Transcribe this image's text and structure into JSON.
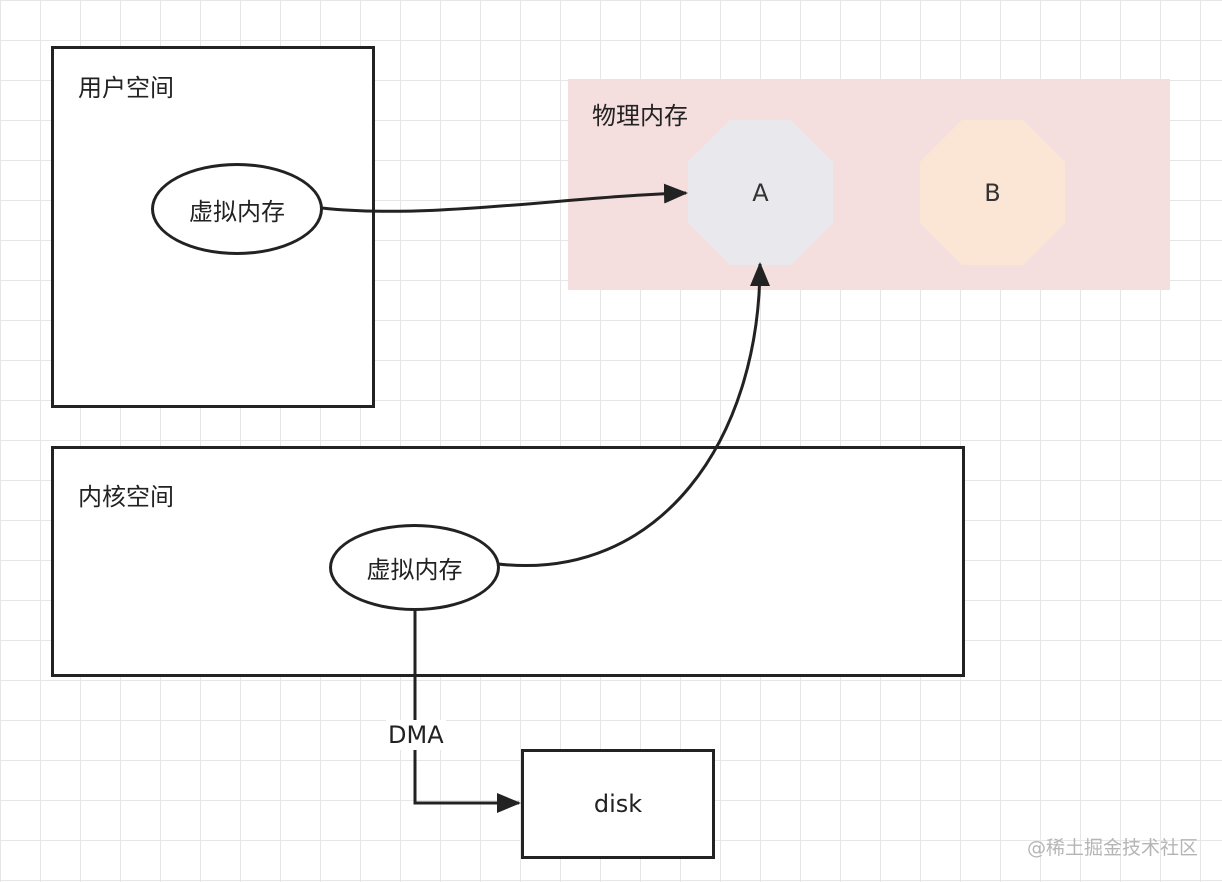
{
  "user_space": {
    "label": "用户空间",
    "node_label": "虚拟内存"
  },
  "kernel_space": {
    "label": "内核空间",
    "node_label": "虚拟内存"
  },
  "physical_memory": {
    "label": "物理内存",
    "page_a": "A",
    "page_b": "B",
    "colors": {
      "region": "#f5dede",
      "page_a": "#e9e9ed",
      "page_b": "#fbe6d6"
    }
  },
  "dma": {
    "label": "DMA"
  },
  "disk": {
    "label": "disk"
  },
  "watermark": "@稀土掘金技术社区"
}
